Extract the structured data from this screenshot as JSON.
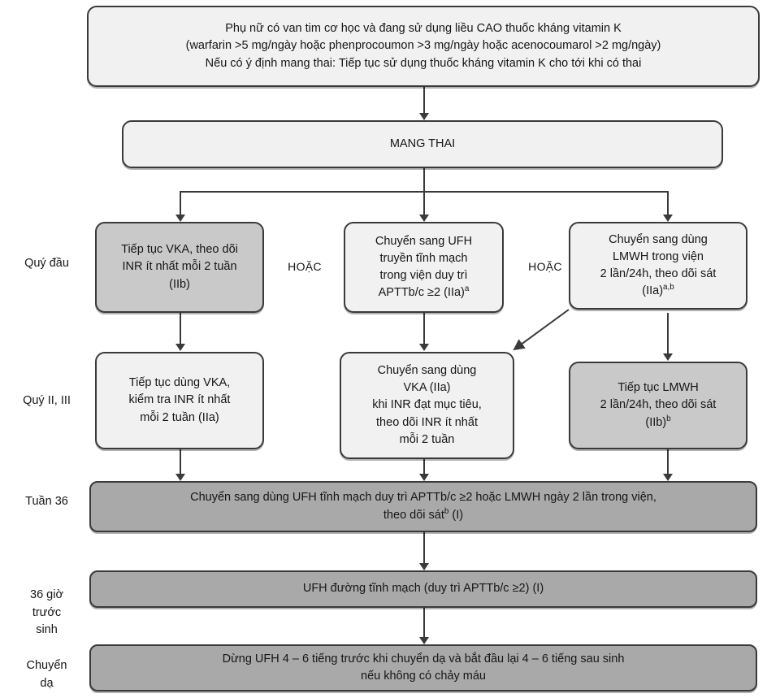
{
  "diagram": {
    "title": "Xu tri thuoc khang dong o phu nu mang thai co van tim co hoc",
    "colors": {
      "fill_light": "#f1f1f1",
      "fill_mid": "#c9c9c9",
      "fill_dark": "#a9a9a9",
      "stroke": "#3a3a3a",
      "text": "#161616",
      "background": "#ffffff"
    },
    "stage_labels": [
      {
        "id": "stage-first-trimester",
        "text": "Quý đầu"
      },
      {
        "id": "stage-second-third-trimester",
        "text": "Quý II, III"
      },
      {
        "id": "stage-week-36",
        "text": "Tuần 36"
      },
      {
        "id": "stage-36-hours-before-birth",
        "text": "36 giờ\ntrước\nsinh"
      },
      {
        "id": "stage-labor",
        "text": "Chuyển\ndạ"
      }
    ],
    "or_labels": [
      {
        "id": "or-left",
        "text": "HOẶC"
      },
      {
        "id": "or-right",
        "text": "HOẶC"
      }
    ],
    "nodes": [
      {
        "id": "node-entry-criteria",
        "fill": "fill-light",
        "lines": [
          "Phụ nữ có van tim cơ học và đang sử dụng liều CAO thuốc kháng vitamin K",
          "(warfarin >5 mg/ngày hoặc phenprocoumon >3 mg/ngày hoặc acenocoumarol >2 mg/ngày)",
          "Nếu có ý định mang thai: Tiếp tục sử dụng thuốc kháng vitamin K cho tới khi có thai"
        ]
      },
      {
        "id": "node-pregnancy",
        "fill": "fill-light",
        "lines": [
          "MANG THAI"
        ]
      },
      {
        "id": "node-q1-continue-vka",
        "fill": "fill-mid",
        "lines": [
          "Tiếp tục VKA, theo dõi",
          "INR ít nhất mỗi 2 tuần",
          "(IIb)"
        ]
      },
      {
        "id": "node-q1-switch-ufh",
        "fill": "fill-light",
        "lines": [
          "Chuyển sang UFH",
          "truyền tĩnh mạch",
          "trong viện duy trì",
          "APTTb/c ≥2 (IIa)<sup>a</sup>"
        ]
      },
      {
        "id": "node-q1-switch-lmwh",
        "fill": "fill-light",
        "lines": [
          "Chuyển sang dùng",
          "LMWH trong viện",
          "2 lần/24h, theo dõi sát",
          "(IIa)<sup>a,b</sup>"
        ]
      },
      {
        "id": "node-q23-continue-vka",
        "fill": "fill-light",
        "lines": [
          "Tiếp tục dùng VKA,",
          "kiểm tra INR ít nhất",
          "mỗi 2 tuần (IIa)"
        ]
      },
      {
        "id": "node-q23-switch-vka",
        "fill": "fill-light",
        "lines": [
          "Chuyển sang dùng",
          "VKA (IIa)",
          "khi INR đạt mục tiêu,",
          "theo dõi INR ít nhất",
          "mỗi 2 tuần"
        ]
      },
      {
        "id": "node-q23-continue-lmwh",
        "fill": "fill-mid",
        "lines": [
          "Tiếp tục LMWH",
          "2 lần/24h, theo dõi sát",
          "(IIb)<sup>b</sup>"
        ]
      },
      {
        "id": "node-week36-switch",
        "fill": "fill-dark",
        "lines": [
          "Chuyển sang dùng UFH tĩnh mạch duy trì APTTb/c ≥2 hoặc LMWH ngày 2 lần trong viện,",
          "theo dõi sát<sup>b</sup> (I)"
        ]
      },
      {
        "id": "node-before-birth-ufh",
        "fill": "fill-dark",
        "lines": [
          "UFH đường tĩnh mạch (duy trì APTTb/c ≥2) (I)"
        ]
      },
      {
        "id": "node-labor-stop-ufh",
        "fill": "fill-dark",
        "lines": [
          "Dừng UFH 4 – 6 tiếng trước khi chuyển dạ và bắt đầu lại 4 – 6 tiếng sau sinh",
          "nếu không có chảy máu"
        ]
      }
    ],
    "footnote_markers": [
      "a",
      "b",
      "a,b"
    ]
  }
}
